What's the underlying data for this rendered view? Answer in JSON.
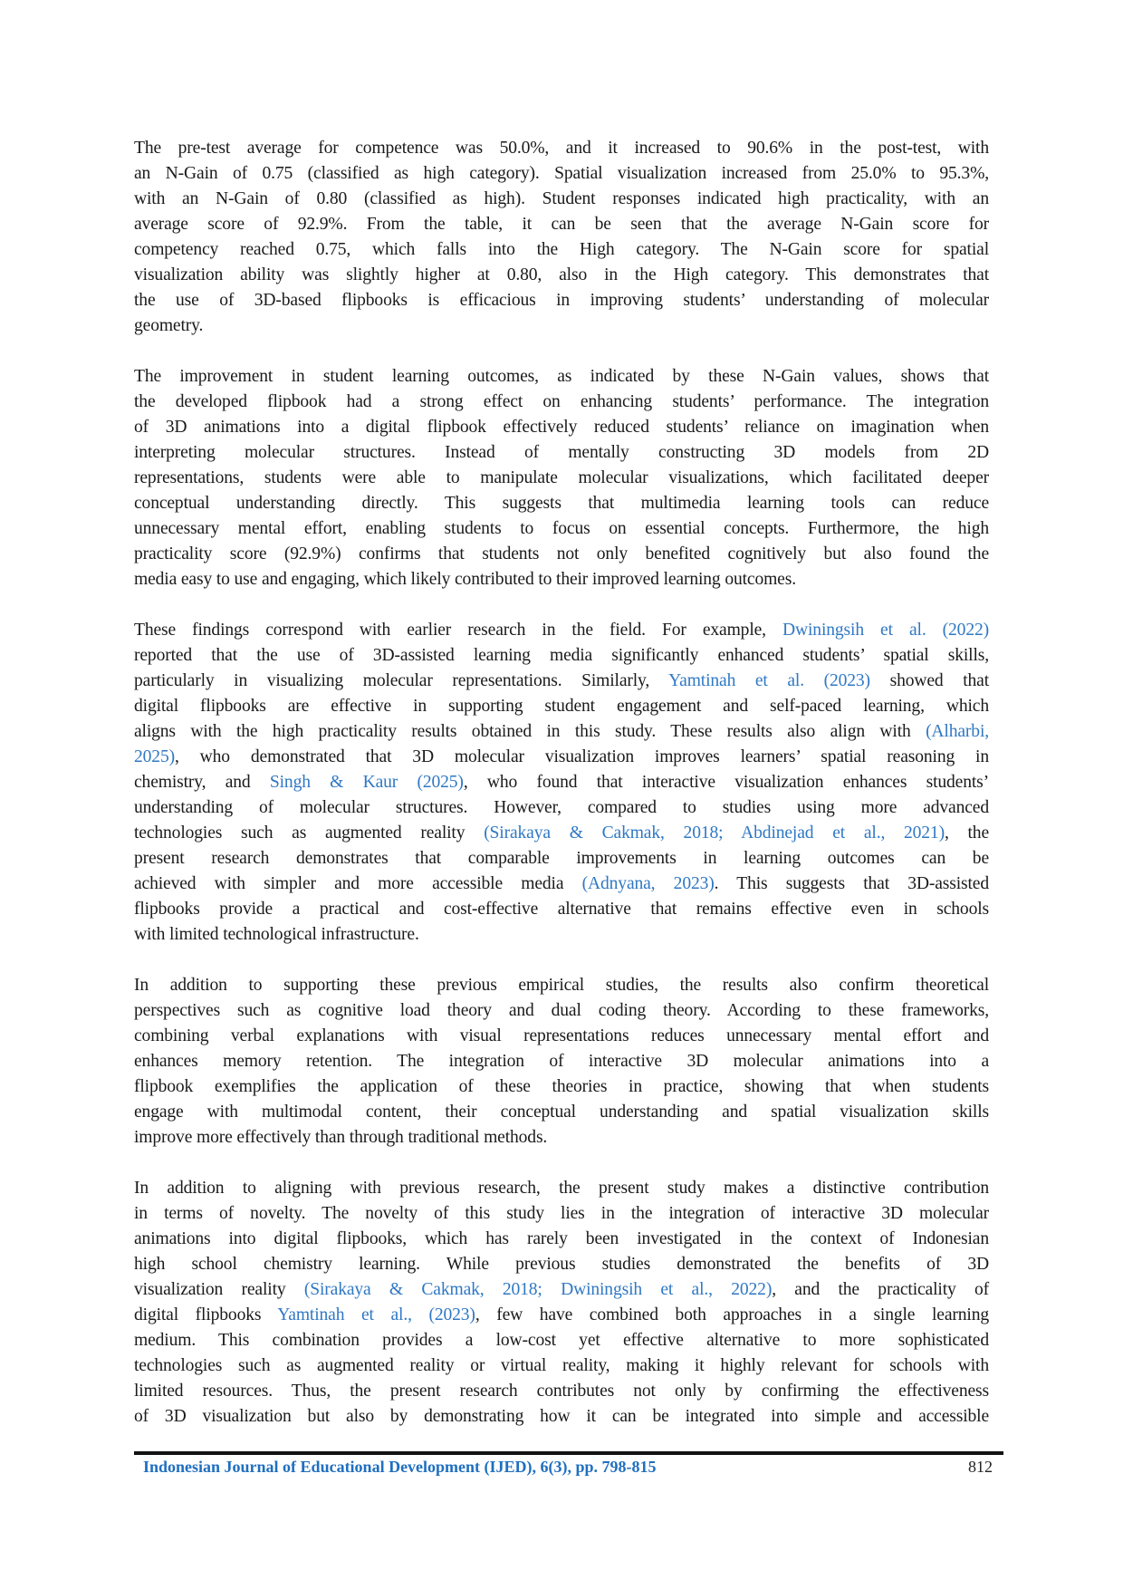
{
  "paragraphs": [
    [
      [
        [
          "The pre-test average for competence was 50.0%, and it increased to 90.6% in the post-test, with",
          0
        ]
      ],
      [
        [
          "an N-Gain of 0.75 (classified as high category). Spatial visualization increased from 25.0% to 95.3%,",
          0
        ]
      ],
      [
        [
          "with an N-Gain of 0.80 (classified as high). Student responses indicated high practicality, with an",
          0
        ]
      ],
      [
        [
          "average score of 92.9%. From the table, it can be seen that the average N-Gain score for",
          0
        ]
      ],
      [
        [
          "competency reached 0.75, which falls into the High category. The N-Gain score for spatial",
          0
        ]
      ],
      [
        [
          "visualization ability was slightly higher at 0.80, also in the High category. This demonstrates that",
          0
        ]
      ],
      [
        [
          "the use of 3D-based flipbooks is efficacious in improving students’ understanding of molecular",
          0
        ]
      ],
      [
        [
          "geometry.",
          0
        ]
      ]
    ],
    [
      [
        [
          "The improvement in student learning outcomes, as indicated by these N-Gain values, shows that",
          0
        ]
      ],
      [
        [
          "the developed flipbook had a strong effect on enhancing students’ performance. The integration",
          0
        ]
      ],
      [
        [
          "of 3D animations into a digital flipbook effectively reduced students’ reliance on imagination when",
          0
        ]
      ],
      [
        [
          "interpreting molecular structures. Instead of mentally constructing 3D models from 2D",
          0
        ]
      ],
      [
        [
          "representations, students were able to manipulate molecular visualizations, which facilitated deeper",
          0
        ]
      ],
      [
        [
          "conceptual understanding directly. This suggests that multimedia learning tools can reduce",
          0
        ]
      ],
      [
        [
          "unnecessary mental effort, enabling students to focus on essential concepts. Furthermore, the high",
          0
        ]
      ],
      [
        [
          "practicality score (92.9%) confirms that students not only benefited cognitively but also found the",
          0
        ]
      ],
      [
        [
          "media easy to use and engaging, which likely contributed to their improved learning outcomes.",
          0
        ]
      ]
    ],
    [
      [
        [
          "These findings correspond with earlier research in the field. For example, ",
          0
        ],
        [
          "Dwiningsih et al. (2022)",
          1
        ]
      ],
      [
        [
          "reported that the use of 3D-assisted learning media significantly enhanced students’ spatial skills,",
          0
        ]
      ],
      [
        [
          "particularly in visualizing molecular representations. Similarly, ",
          0
        ],
        [
          "Yamtinah et al. (2023)",
          1
        ],
        [
          " showed that",
          0
        ]
      ],
      [
        [
          "digital flipbooks are effective in supporting student engagement and self-paced learning, which",
          0
        ]
      ],
      [
        [
          "aligns with the high practicality results obtained in this study. These results also align with ",
          0
        ],
        [
          "(Alharbi,",
          1
        ]
      ],
      [
        [
          "2025)",
          1
        ],
        [
          ", who demonstrated that 3D molecular visualization improves learners’ spatial reasoning in",
          0
        ]
      ],
      [
        [
          "chemistry, and ",
          0
        ],
        [
          "Singh & Kaur (2025)",
          1
        ],
        [
          ", who found that interactive visualization enhances students’",
          0
        ]
      ],
      [
        [
          "understanding of molecular structures. However, compared to studies using more advanced",
          0
        ]
      ],
      [
        [
          "technologies such as augmented reality ",
          0
        ],
        [
          "(Sirakaya & Cakmak, 2018; Abdinejad et al., 2021)",
          1
        ],
        [
          ", the",
          0
        ]
      ],
      [
        [
          "present research demonstrates that comparable improvements in learning outcomes can be",
          0
        ]
      ],
      [
        [
          "achieved with simpler and more accessible media ",
          0
        ],
        [
          "(Adnyana, 2023)",
          1
        ],
        [
          ". This suggests that 3D-assisted",
          0
        ]
      ],
      [
        [
          "flipbooks provide a practical and cost-effective alternative that remains effective even in schools",
          0
        ]
      ],
      [
        [
          "with limited technological infrastructure.",
          0
        ]
      ]
    ],
    [
      [
        [
          "In addition to supporting these previous empirical studies, the results also confirm theoretical",
          0
        ]
      ],
      [
        [
          "perspectives such as cognitive load theory and dual coding theory. According to these frameworks,",
          0
        ]
      ],
      [
        [
          "combining verbal explanations with visual representations reduces unnecessary mental effort and",
          0
        ]
      ],
      [
        [
          "enhances memory retention. The integration of interactive 3D molecular animations into a",
          0
        ]
      ],
      [
        [
          "flipbook exemplifies the application of these theories in practice, showing that when students",
          0
        ]
      ],
      [
        [
          "engage with multimodal content, their conceptual understanding and spatial visualization skills",
          0
        ]
      ],
      [
        [
          "improve more effectively than through traditional methods.",
          0
        ]
      ]
    ],
    [
      [
        [
          "In addition to aligning with previous research, the present study makes a distinctive contribution",
          0
        ]
      ],
      [
        [
          "in terms of novelty. The novelty of this study lies in the integration of interactive 3D molecular",
          0
        ]
      ],
      [
        [
          "animations into digital flipbooks, which has rarely been investigated in the context of Indonesian",
          0
        ]
      ],
      [
        [
          "high school chemistry learning. While previous studies demonstrated the benefits of 3D",
          0
        ]
      ],
      [
        [
          "visualization reality ",
          0
        ],
        [
          "(Sirakaya & Cakmak, 2018; Dwiningsih et al., 2022)",
          1
        ],
        [
          ", and the practicality of",
          0
        ]
      ],
      [
        [
          "digital flipbooks ",
          0
        ],
        [
          "Yamtinah et al., (2023)",
          1
        ],
        [
          ", few have combined both approaches in a single learning",
          0
        ]
      ],
      [
        [
          "medium. This combination provides a low-cost yet effective alternative to more sophisticated",
          0
        ]
      ],
      [
        [
          "technologies such as augmented reality or virtual reality, making it highly relevant for schools with",
          0
        ]
      ],
      [
        [
          "limited resources. Thus, the present research contributes not only by confirming the effectiveness",
          0
        ]
      ],
      [
        [
          "of 3D visualization but also by demonstrating how it can be integrated into simple and accessible",
          0
        ]
      ]
    ]
  ],
  "footer": {
    "journal": "Indonesian Journal of Educational Development (IJED), 6(3), pp. 798-815",
    "page": "812"
  },
  "colors": {
    "link": "#2f78c4",
    "footer": "#1f6fc0"
  }
}
